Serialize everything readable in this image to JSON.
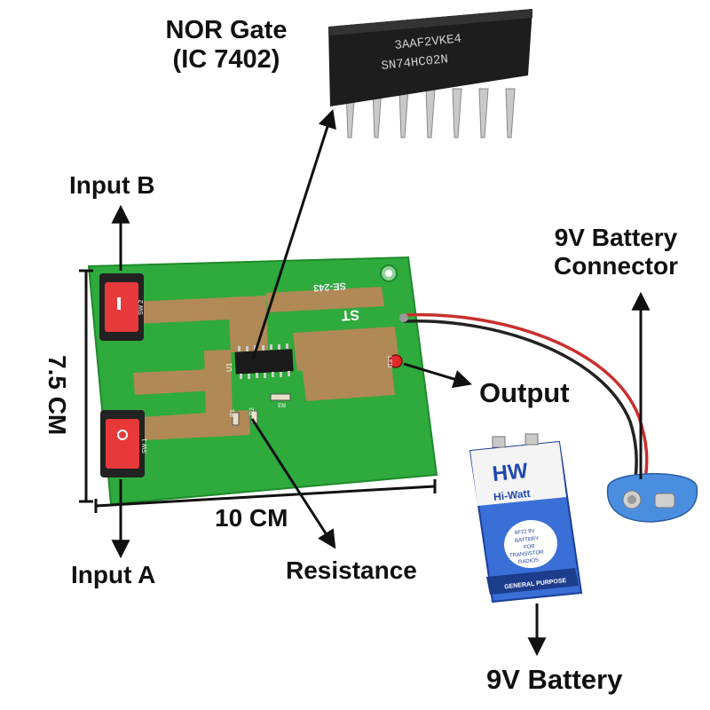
{
  "labels": {
    "nor_gate_line1": "NOR Gate",
    "nor_gate_line2": "(IC 7402)",
    "input_b": "Input B",
    "input_a": "Input A",
    "battery_connector_line1": "9V Battery",
    "battery_connector_line2": "Connector",
    "output": "Output",
    "resistance": "Resistance",
    "battery": "9V Battery",
    "width_dim": "10 CM",
    "height_dim": "7.5 CM"
  },
  "ic": {
    "line1": "3AAF2VKE4",
    "line2": "SN74HC02N"
  },
  "pcb": {
    "board_code": "SE-243",
    "brand": "ST",
    "u1": "U1",
    "r1": "R1",
    "r2": "R2",
    "r3": "R3",
    "led": "LED",
    "sw1": "SW 1",
    "sw2": "SW 2"
  },
  "battery_print": {
    "brand_logo": "HW",
    "brand_name": "Hi-Watt",
    "model": "6F22 9V",
    "text1": "BATTERY",
    "text2": "FOR",
    "text3": "TRANSISTOR",
    "text4": "RADIOS",
    "band": "GENERAL PURPOSE"
  },
  "colors": {
    "pcb_green": "#2faa3c",
    "copper": "#b88858",
    "switch_red": "#e8393a",
    "battery_blue": "#3a6fd8",
    "wire_red": "#c8302c",
    "clip_blue": "#4a8ee0"
  }
}
